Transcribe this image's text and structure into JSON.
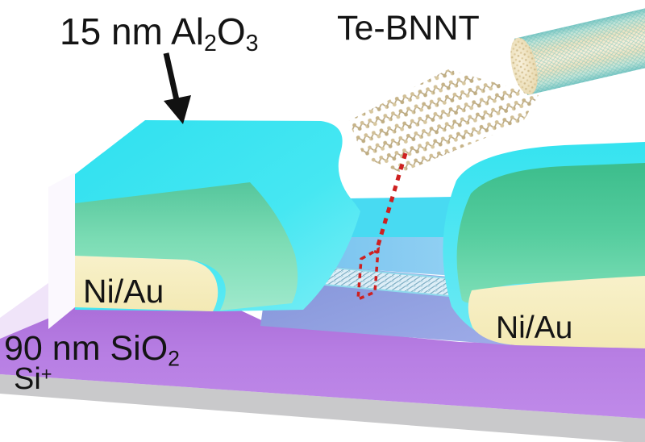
{
  "figure": {
    "description": "3D schematic of a Te-BNNT field-effect transistor",
    "labels": {
      "al2o3": {
        "main": "15 nm Al",
        "sub1": "2",
        "mid": "O",
        "sub2": "3"
      },
      "te_bnnt": {
        "text": "Te-BNNT"
      },
      "ni_au_left": {
        "text": "Ni/Au"
      },
      "ni_au_right": {
        "text": "Ni/Au"
      },
      "sio2": {
        "main": "90 nm SiO",
        "sub1": "2"
      },
      "si_plus": {
        "main": "Si",
        "sup1": "+"
      }
    },
    "icons": {
      "arrow_down": "black arrow from Al2O3 label to coating",
      "dashed_link": "red dashed leader line from nanotube to channel",
      "dashed_box": "red dashed parallelogram around nanotube section in channel"
    },
    "colors": {
      "al2o3_cyan": "#3FE5F1",
      "contact_green_left": "#6BD5AB",
      "contact_green_right": "#4CC697",
      "ni_au_yellow": "#F6EEC2",
      "sio2_purple": "#B77EE3",
      "sio2_top_pale": "#F0E4F9",
      "si_gray": "#C9C9CB",
      "channel_back_blue": "#7CC6EE",
      "channel_floor_periwinkle": "#8F9FE0",
      "highlight_red": "#CE2020",
      "nanotube_core_tan": "#F2E7CB",
      "bnnt_mesh_teal": "#7FC8C6"
    }
  }
}
